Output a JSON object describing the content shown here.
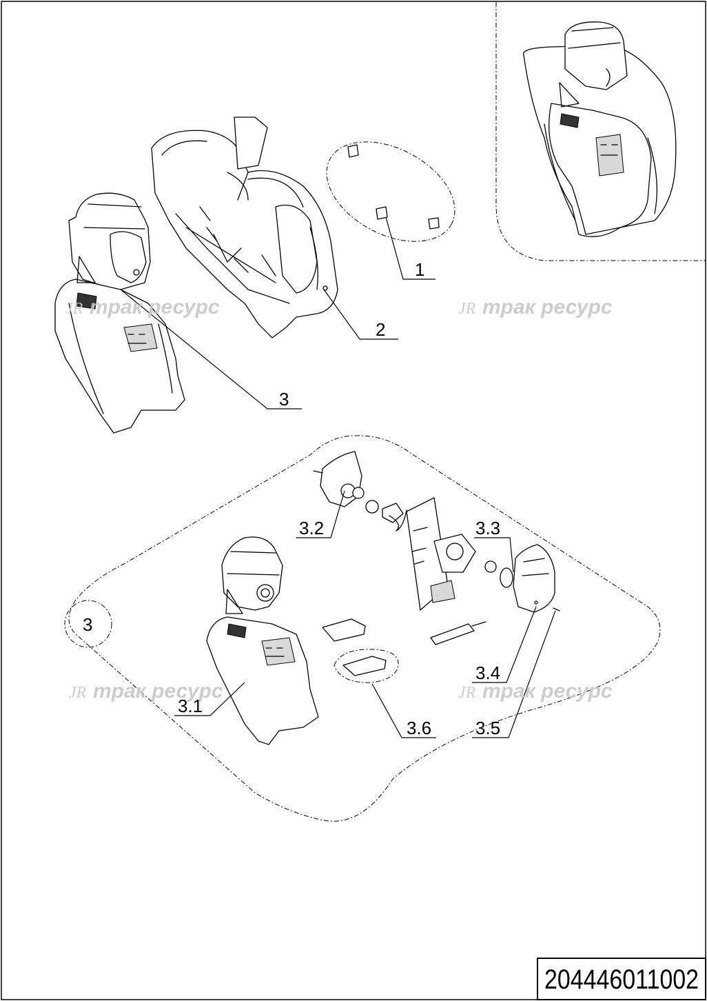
{
  "drawing": {
    "code": "204446011002",
    "watermark": "трак ресурс"
  },
  "labels": {
    "l1": "1",
    "l2": "2",
    "l3": "3",
    "l31": "3.1",
    "l32": "3.2",
    "l33": "3.3",
    "l34": "3.4",
    "l35": "3.5",
    "l36": "3.6",
    "l3circle": "3"
  }
}
